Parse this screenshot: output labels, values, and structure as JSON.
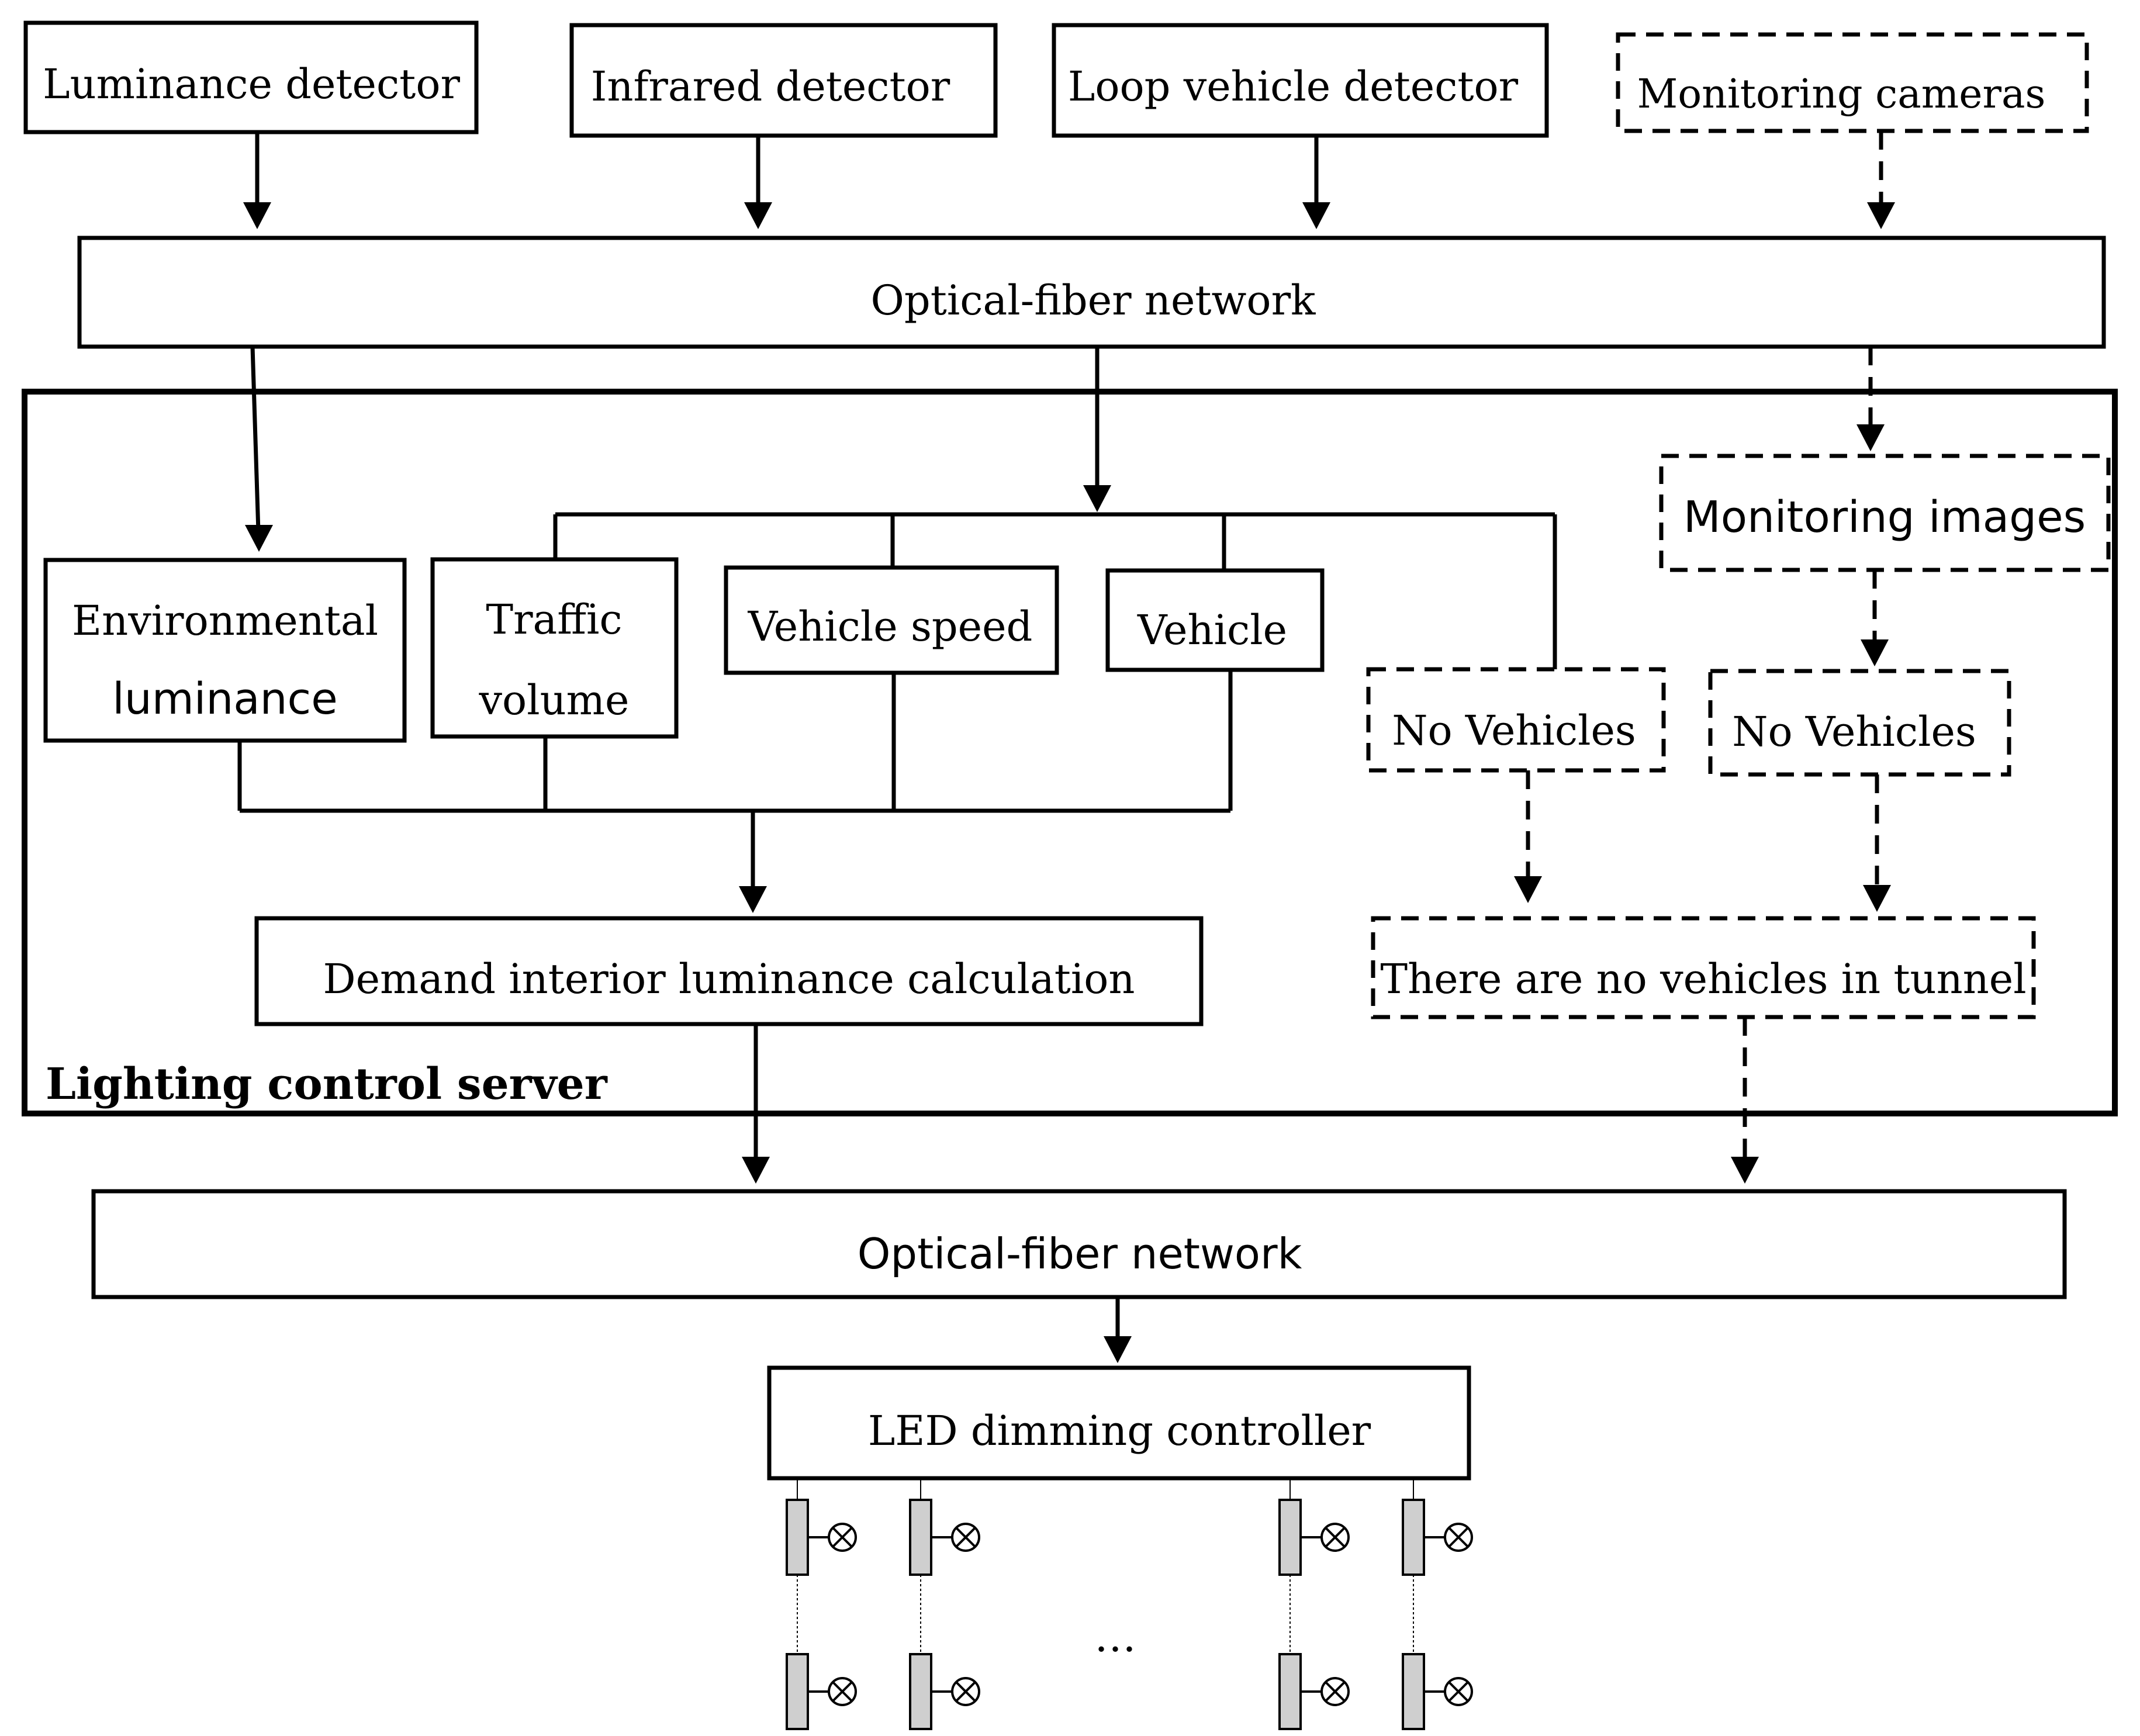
{
  "sensors": {
    "luminance_detector": "Luminance detector",
    "infrared_detector": "Infrared detector",
    "loop_vehicle_detector": "Loop vehicle detector",
    "monitoring_cameras": "Monitoring cameras"
  },
  "network_top": "Optical-fiber network",
  "server": {
    "title": "Lighting control server",
    "monitoring_images": "Monitoring images",
    "environmental_luminance": [
      "Environmental",
      "luminance"
    ],
    "traffic_volume": [
      "Traffic",
      "volume"
    ],
    "vehicle_speed": "Vehicle speed",
    "vehicle": "Vehicle",
    "no_vehicles_left": "No Vehicles",
    "no_vehicles_right": "No Vehicles",
    "demand_calc": "Demand interior luminance calculation",
    "no_vehicles_tunnel": "There are no vehicles in tunnel"
  },
  "network_bottom": "Optical-fiber network",
  "led_controller": "LED dimming controller",
  "ellipsis": "…"
}
